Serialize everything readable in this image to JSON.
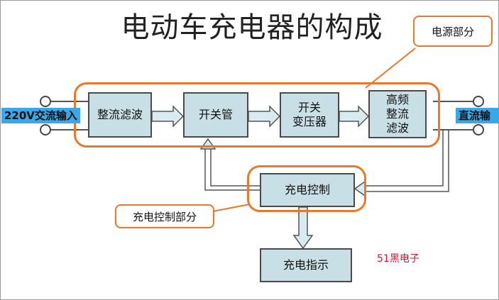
{
  "title": "电动车充电器的构成",
  "callouts": {
    "power_section": "电源部分",
    "charge_control_section": "充电控制部分"
  },
  "blocks": {
    "rectifier_filter": "整流滤波",
    "switch_tube": "开关管",
    "switch_transformer_line1": "开关",
    "switch_transformer_line2": "变压器",
    "hf_line1": "高频",
    "hf_line2": "整流",
    "hf_line3": "滤波",
    "charge_control": "充电控制",
    "charge_indicator": "充电指示"
  },
  "io": {
    "input_label": "220V交流输入",
    "output_label": "直流输"
  },
  "watermark": "51黑电子",
  "colors": {
    "block_fill": "#c9dfe6",
    "group_outline": "#e8782a",
    "io_label_bg": "#3aa7e8",
    "watermark": "#e0102a"
  }
}
